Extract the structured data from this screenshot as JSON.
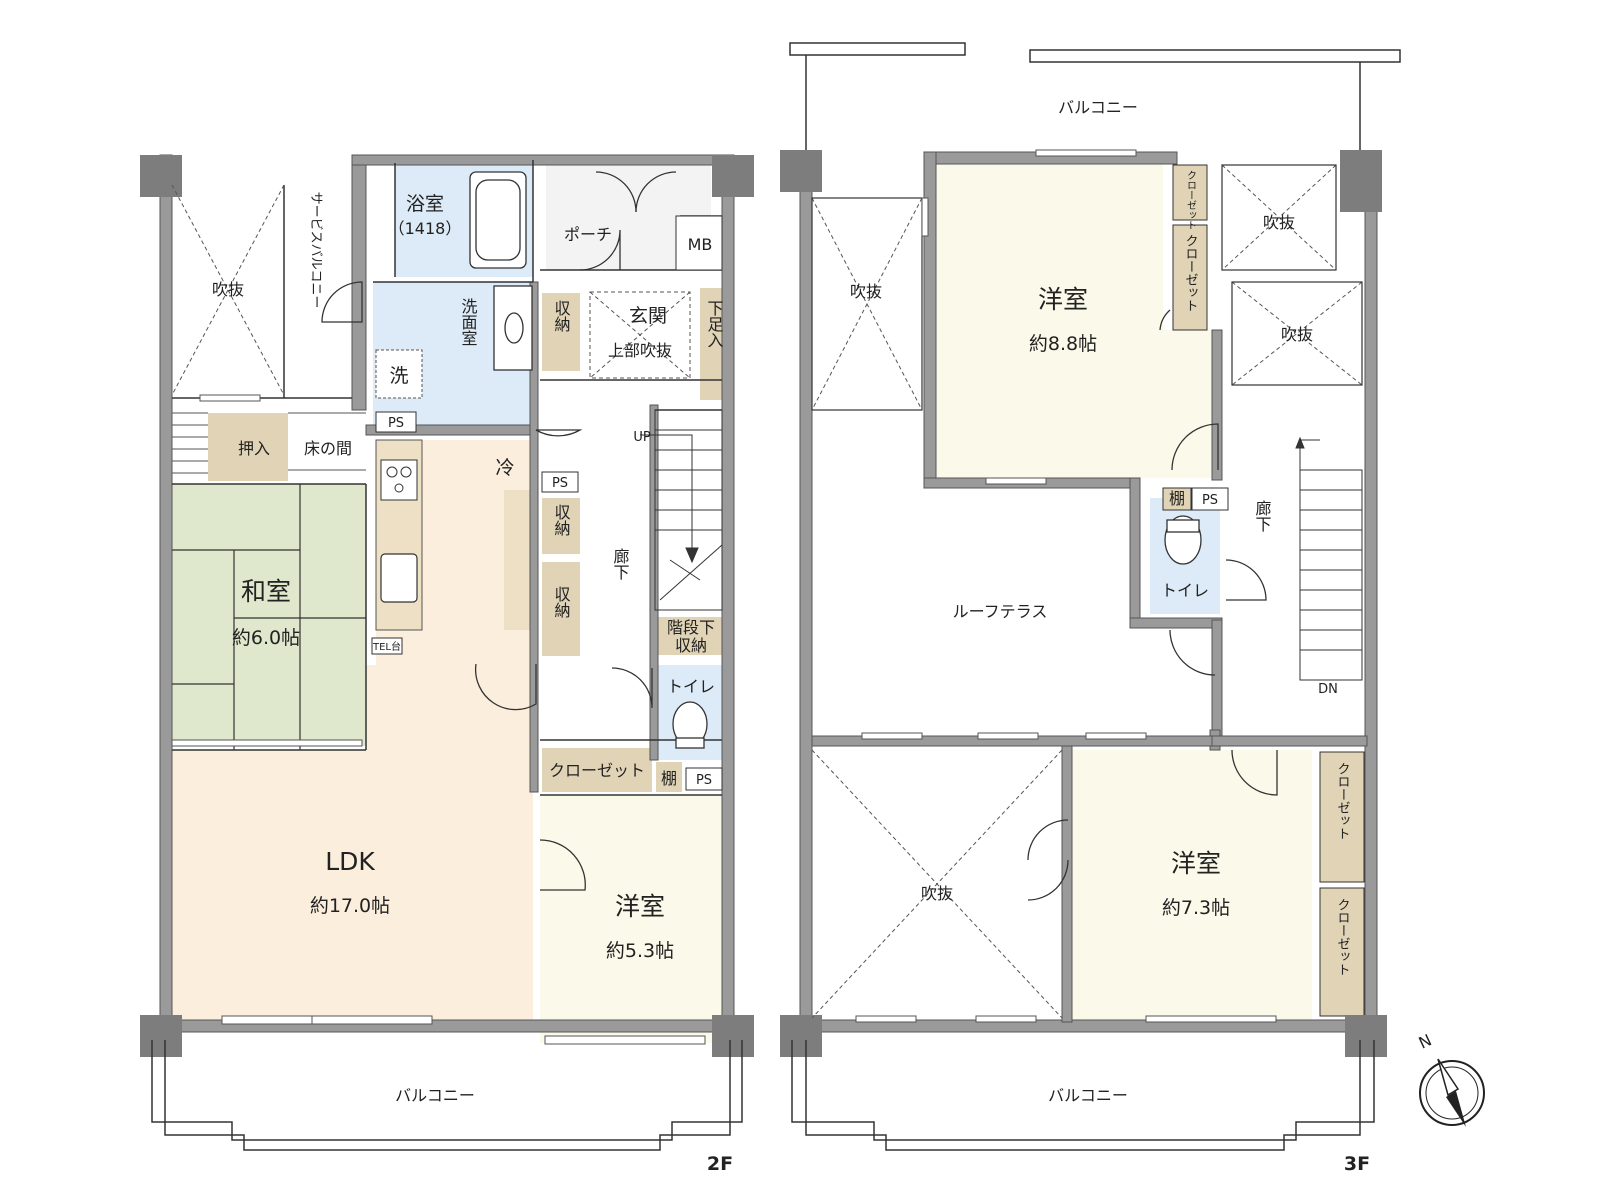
{
  "colors": {
    "wall": "#9a9a9a",
    "wall_dark": "#6f6f6f",
    "washitsu": "#dfe8cc",
    "ldk": "#fbeedd",
    "youshitsu": "#fbf9e9",
    "wet": "#dcebf7",
    "storage": "#e0d3b6",
    "white": "#ffffff",
    "line": "#333333"
  },
  "floor2": {
    "floor_label": "2F",
    "fukinuke": "吹抜",
    "service_balcony": "サービスバルコニー",
    "bath": "浴室",
    "bath_size": "（1418）",
    "porch": "ポーチ",
    "mb": "MB",
    "washroom": "洗面室",
    "washer": "洗",
    "storage1": "収納",
    "entrance": "玄関",
    "entrance_note": "上部吹抜",
    "shoe": "下足入",
    "ps1": "PS",
    "oshiire": "押入",
    "tokonoma": "床の間",
    "fridge": "冷",
    "ps2": "PS",
    "storage2": "収納",
    "storage3": "収納",
    "up": "UP",
    "corridor": "廊下",
    "washitsu": "和室",
    "washitsu_area": "約6.0帖",
    "tel": "TEL台",
    "under_stairs": "階段下",
    "under_stairs2": "収納",
    "toilet": "トイレ",
    "closet": "クローゼット",
    "shelf": "棚",
    "ps3": "PS",
    "ldk": "LDK",
    "ldk_area": "約17.0帖",
    "room": "洋室",
    "room_area": "約5.3帖",
    "balcony": "バルコニー"
  },
  "floor3": {
    "floor_label": "3F",
    "balcony_top": "バルコニー",
    "fukinuke1": "吹抜",
    "fukinuke2": "吹抜",
    "fukinuke3": "吹抜",
    "fukinuke4": "吹抜",
    "room1": "洋室",
    "room1_area": "約8.8帖",
    "closet_a": "クローゼット",
    "closet_b": "クローゼット",
    "shelf": "棚",
    "ps": "PS",
    "toilet": "トイレ",
    "corridor": "廊下",
    "roof_terrace": "ルーフテラス",
    "dn": "DN",
    "room2": "洋室",
    "room2_area": "約7.3帖",
    "closet_c": "クローゼット",
    "closet_d": "クローゼット",
    "balcony_bottom": "バルコニー"
  },
  "compass": {
    "north": "N"
  }
}
